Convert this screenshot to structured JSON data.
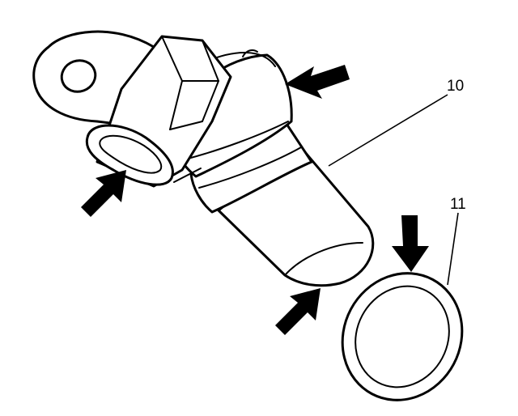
{
  "figure": {
    "callouts": [
      {
        "id": "sensor",
        "label": "10"
      },
      {
        "id": "o-ring",
        "label": "11"
      }
    ]
  }
}
